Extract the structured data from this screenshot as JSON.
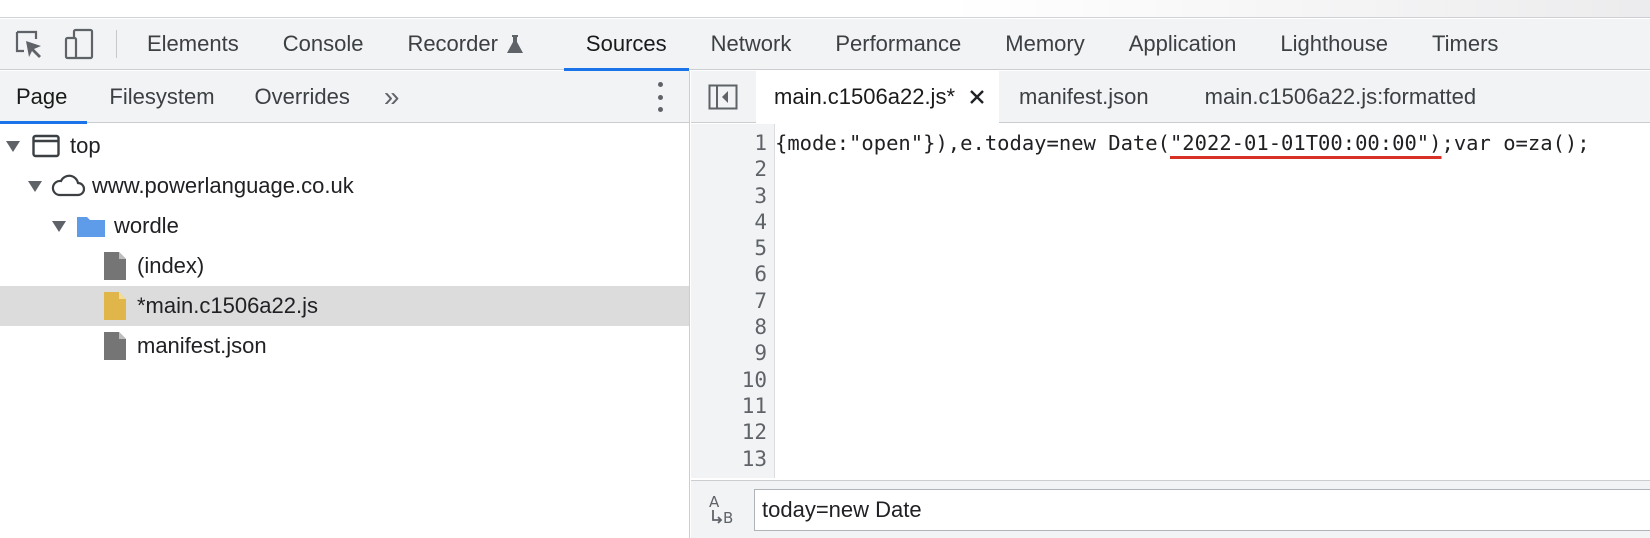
{
  "main_tabs": [
    {
      "label": "Elements"
    },
    {
      "label": "Console"
    },
    {
      "label": "Recorder"
    },
    {
      "label": "Sources",
      "active": true
    },
    {
      "label": "Network"
    },
    {
      "label": "Performance"
    },
    {
      "label": "Memory"
    },
    {
      "label": "Application"
    },
    {
      "label": "Lighthouse"
    },
    {
      "label": "Timers"
    }
  ],
  "navigator": {
    "tabs": [
      {
        "label": "Page",
        "active": true
      },
      {
        "label": "Filesystem"
      },
      {
        "label": "Overrides"
      }
    ],
    "more_label": "»",
    "tree": [
      {
        "label": "top",
        "icon": "frame-icon"
      },
      {
        "label": "www.powerlanguage.co.uk",
        "icon": "cloud-icon"
      },
      {
        "label": "wordle",
        "icon": "folder-icon"
      },
      {
        "label": "(index)",
        "icon": "file-icon"
      },
      {
        "label": "*main.c1506a22.js",
        "icon": "file-modified-icon",
        "selected": true
      },
      {
        "label": "manifest.json",
        "icon": "file-icon"
      }
    ]
  },
  "editor": {
    "tabs": [
      {
        "label": "main.c1506a22.js*",
        "active": true
      },
      {
        "label": "manifest.json"
      },
      {
        "label": "main.c1506a22.js:formatted"
      }
    ],
    "line_numbers": [
      "1",
      "2",
      "3",
      "4",
      "5",
      "6",
      "7",
      "8",
      "9",
      "10",
      "11",
      "12",
      "13"
    ],
    "code_line_1": {
      "before": "{mode:\"open\"}),e.today=new Date(",
      "highlight": "\"2022-01-01T00:00:00\")",
      "after": ";var o=za();"
    }
  },
  "search": {
    "value": "today=new Date",
    "case_icon_label": "AB"
  },
  "colors": {
    "accent": "#1a73e8",
    "underline": "#d93025",
    "modified_file": "#e0b64a",
    "folder": "#5e9be8"
  }
}
